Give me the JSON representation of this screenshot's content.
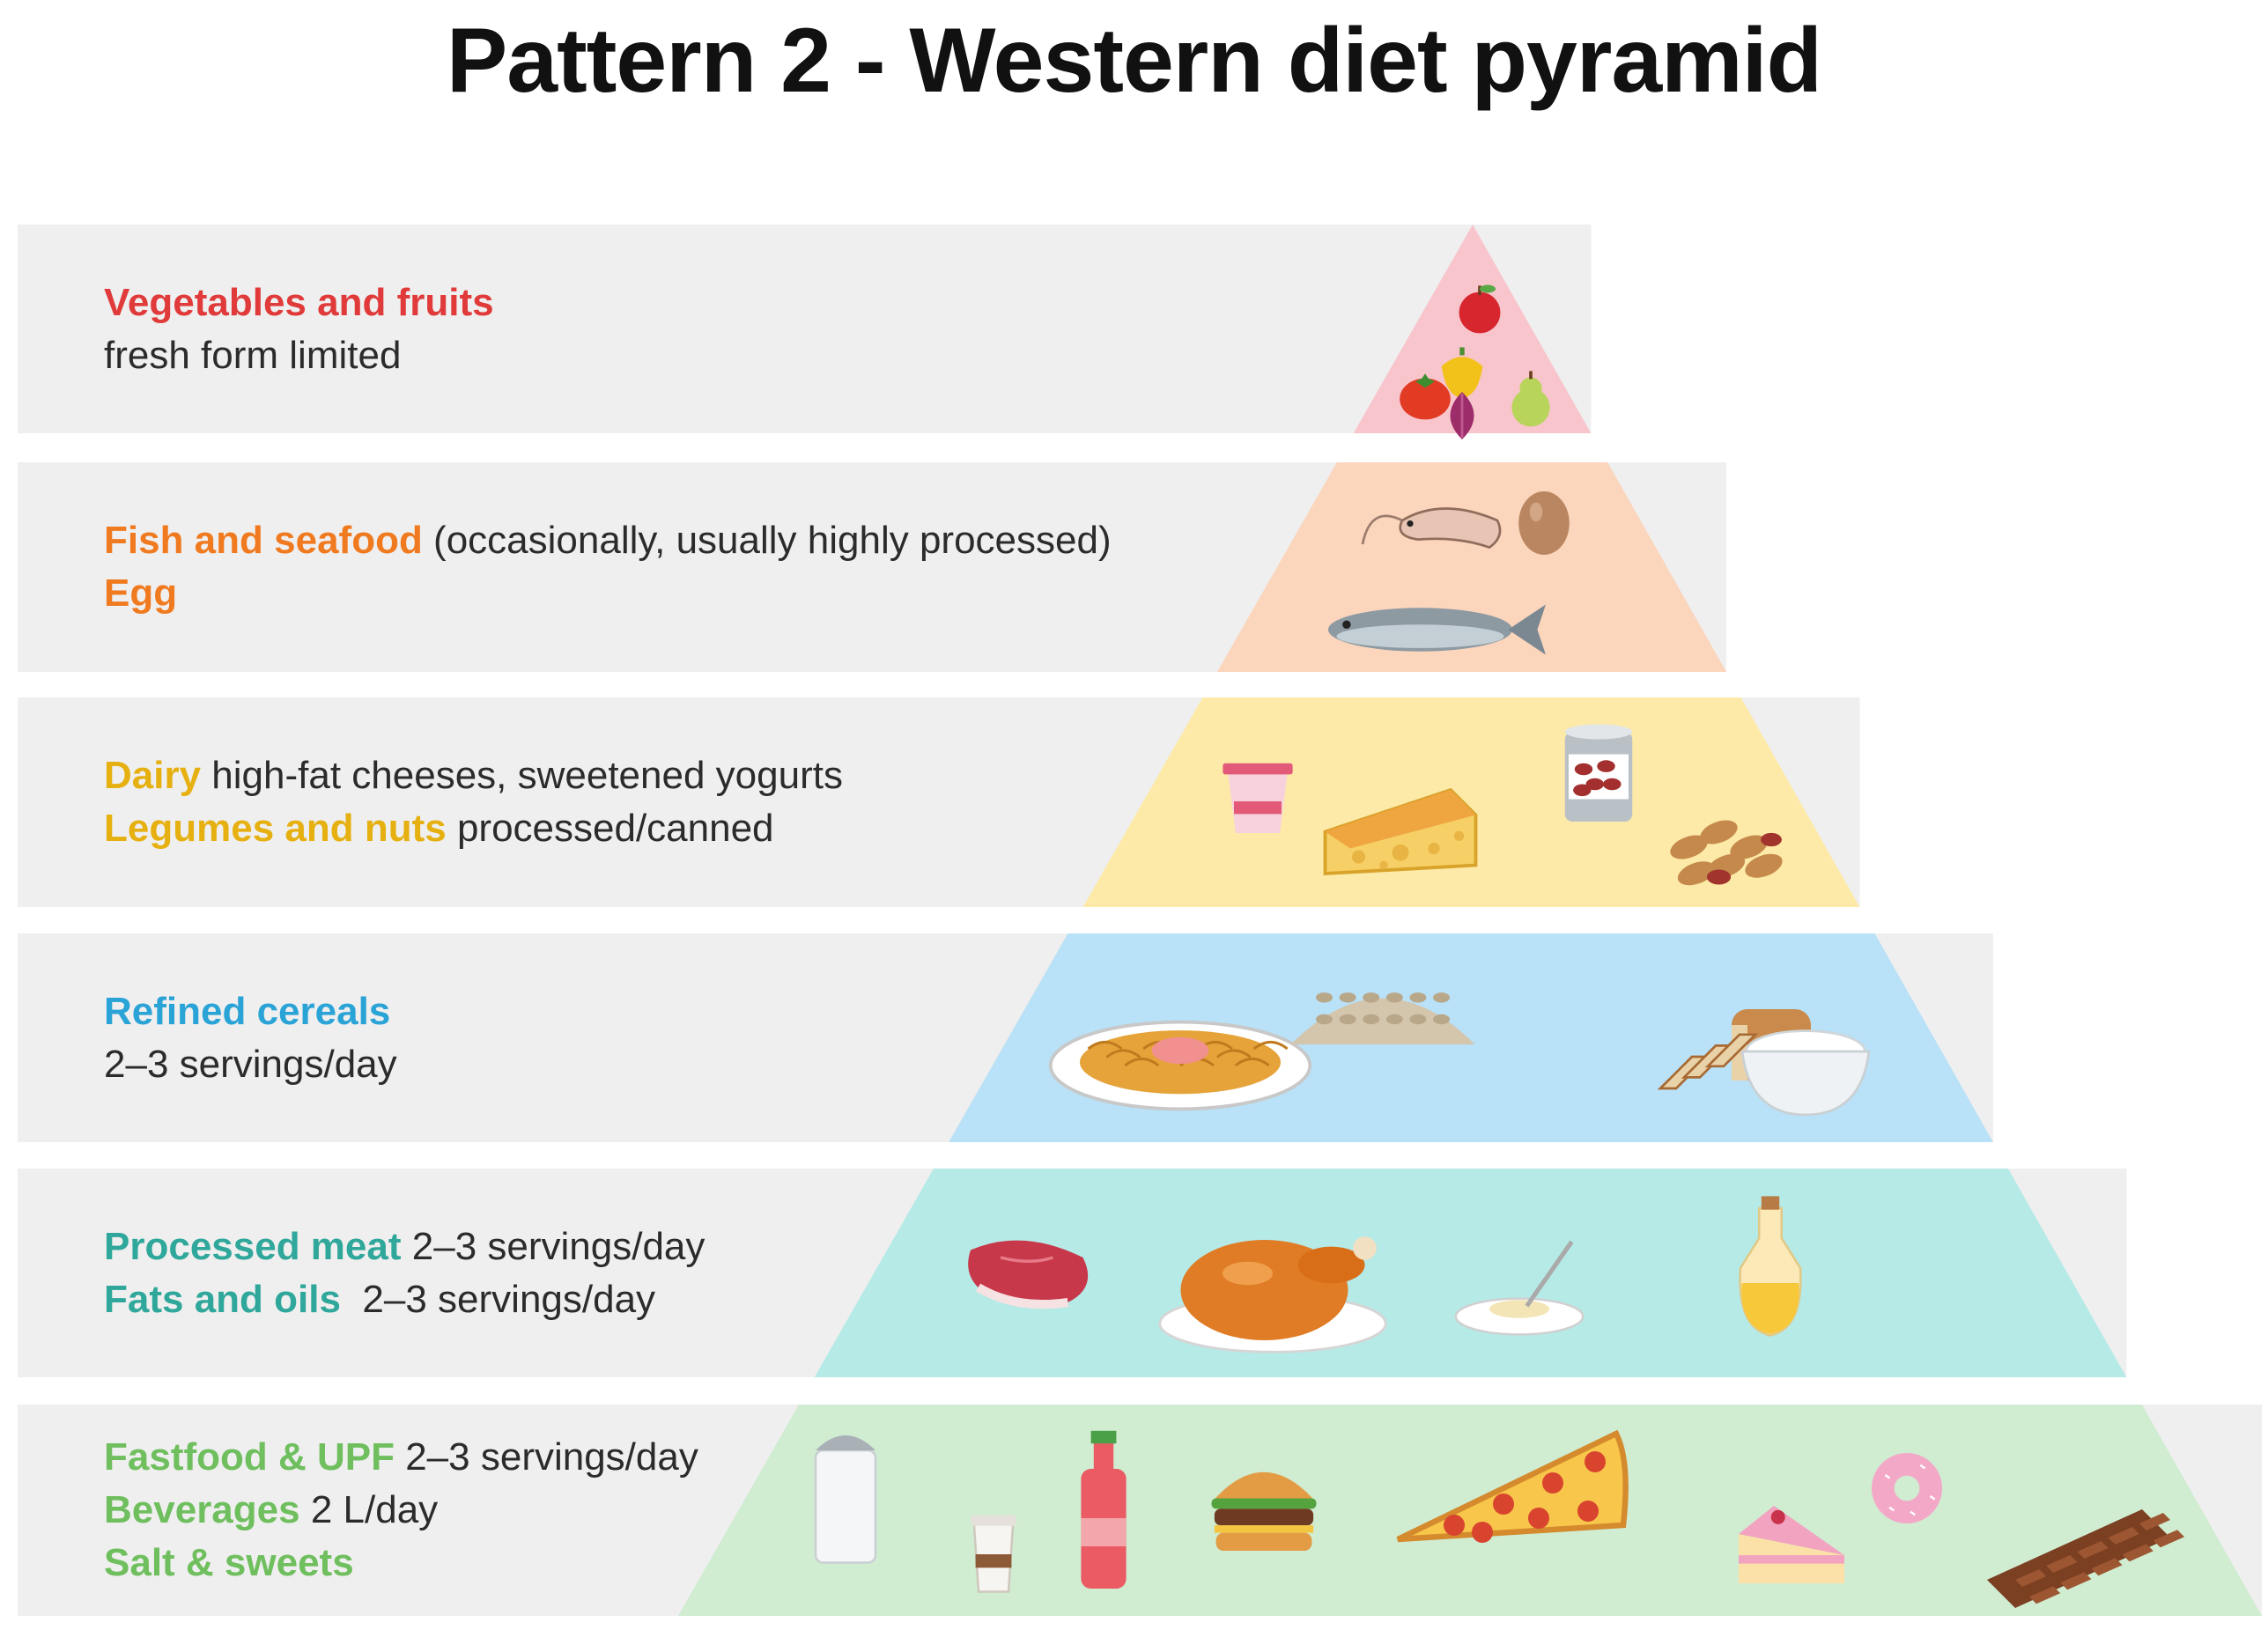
{
  "title": "Pattern 2 - Western diet pyramid",
  "tiers": [
    {
      "color": "#e03a3a",
      "fill": "#f8c5cc",
      "lines": [
        {
          "highlight": "Vegetables and fruits",
          "text": ""
        },
        {
          "highlight": "",
          "text": "fresh form limited"
        }
      ],
      "foods": [
        "apple-icon",
        "pepper-icon",
        "tomato-icon",
        "onion-icon",
        "pear-icon"
      ]
    },
    {
      "color": "#f07a1f",
      "fill": "#fbd5bc",
      "lines": [
        {
          "highlight": "Fish and seafood",
          "text": " (occasionally, usually highly processed)"
        },
        {
          "highlight": "Egg",
          "text": ""
        }
      ],
      "foods": [
        "shrimp-icon",
        "egg-icon",
        "fish-icon"
      ]
    },
    {
      "color": "#e6b010",
      "fill": "#fdeaa8",
      "lines": [
        {
          "highlight": "Dairy",
          "text": " high-fat cheeses, sweetened yogurts"
        },
        {
          "highlight": "Legumes and nuts",
          "text": " processed/canned"
        }
      ],
      "foods": [
        "yogurt-icon",
        "cheese-icon",
        "canned-beans-icon",
        "peanuts-icon"
      ]
    },
    {
      "color": "#2aa3d6",
      "fill": "#b9e1f7",
      "lines": [
        {
          "highlight": "Refined cereals",
          "text": ""
        },
        {
          "highlight": "",
          "text": "2–3 servings/day"
        }
      ],
      "foods": [
        "pasta-plate-icon",
        "oats-icon",
        "bread-icon",
        "rice-bowl-icon"
      ]
    },
    {
      "color": "#2fa79a",
      "fill": "#b6eae7",
      "lines": [
        {
          "highlight": "Processed meat",
          "text": " 2–3 servings/day"
        },
        {
          "highlight": "Fats and oils",
          "text": "  2–3 servings/day"
        }
      ],
      "foods": [
        "steak-icon",
        "roast-chicken-icon",
        "butter-dish-icon",
        "oil-bottle-icon"
      ]
    },
    {
      "color": "#6fbf5e",
      "fill": "#d0ecd1",
      "lines": [
        {
          "highlight": "Fastfood & UPF",
          "text": " 2–3 servings/day"
        },
        {
          "highlight": "Beverages",
          "text": " 2 L/day"
        },
        {
          "highlight": "Salt & sweets",
          "text": ""
        }
      ],
      "foods": [
        "salt-shaker-icon",
        "coffee-cup-icon",
        "soda-bottle-icon",
        "burger-icon",
        "pizza-slice-icon",
        "cake-slice-icon",
        "donut-icon",
        "chocolate-bar-icon"
      ]
    }
  ]
}
